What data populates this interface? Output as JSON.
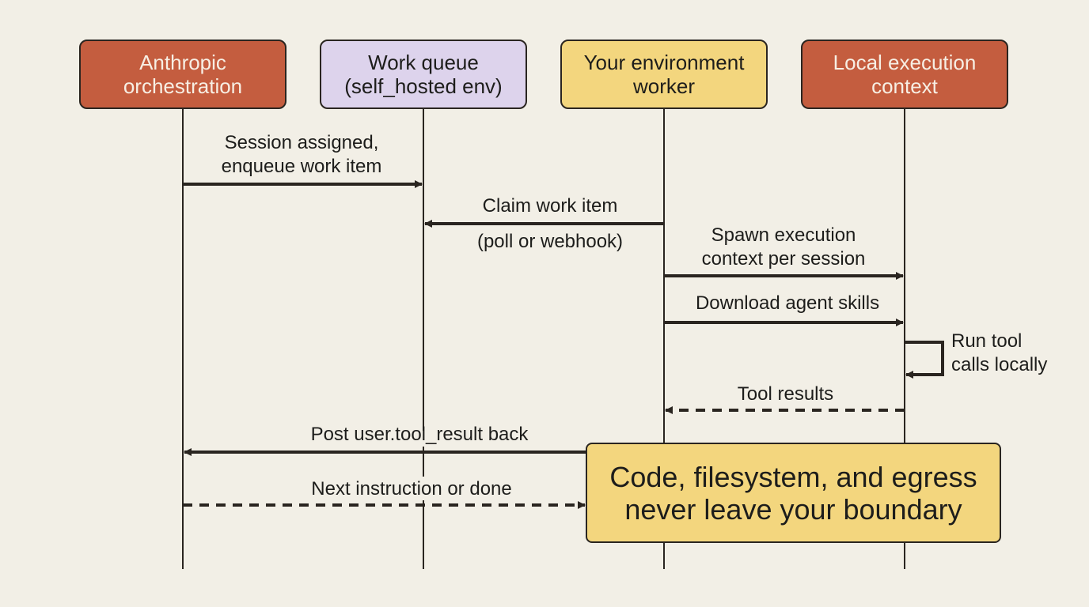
{
  "colors": {
    "background": "#f2efe6",
    "orchestration": "#c45d3f",
    "queue": "#ddd3ec",
    "worker": "#f3d67e",
    "local_context": "#c45d3f",
    "note": "#f3d67e",
    "line": "#2a2520"
  },
  "participants": [
    {
      "id": "orchestration",
      "label": "Anthropic\norchestration"
    },
    {
      "id": "queue",
      "label": "Work queue\n(self_hosted env)"
    },
    {
      "id": "worker",
      "label": "Your environment\nworker"
    },
    {
      "id": "local",
      "label": "Local execution\ncontext"
    }
  ],
  "messages": [
    {
      "id": "session-assigned",
      "from": "orchestration",
      "to": "queue",
      "style": "solid",
      "label": "Session assigned,\nenqueue work item"
    },
    {
      "id": "claim-work-item",
      "from": "worker",
      "to": "queue",
      "style": "solid",
      "label": "Claim work item",
      "sublabel": "(poll or webhook)"
    },
    {
      "id": "spawn-context",
      "from": "worker",
      "to": "local",
      "style": "solid",
      "label": "Spawn execution\ncontext per session"
    },
    {
      "id": "download-skills",
      "from": "worker",
      "to": "local",
      "style": "solid",
      "label": "Download agent skills"
    },
    {
      "id": "run-tool-calls",
      "from": "local",
      "to": "local",
      "style": "self",
      "label": "Run tool\ncalls locally"
    },
    {
      "id": "tool-results",
      "from": "local",
      "to": "worker",
      "style": "dashed",
      "label": "Tool results"
    },
    {
      "id": "post-tool-result",
      "from": "worker",
      "to": "orchestration",
      "style": "solid",
      "label": "Post user.tool_result back"
    },
    {
      "id": "next-instruction",
      "from": "orchestration",
      "to": "worker",
      "style": "dashed",
      "label": "Next instruction or done"
    }
  ],
  "note": {
    "text": "Code, filesystem, and egress\nnever leave your boundary"
  }
}
